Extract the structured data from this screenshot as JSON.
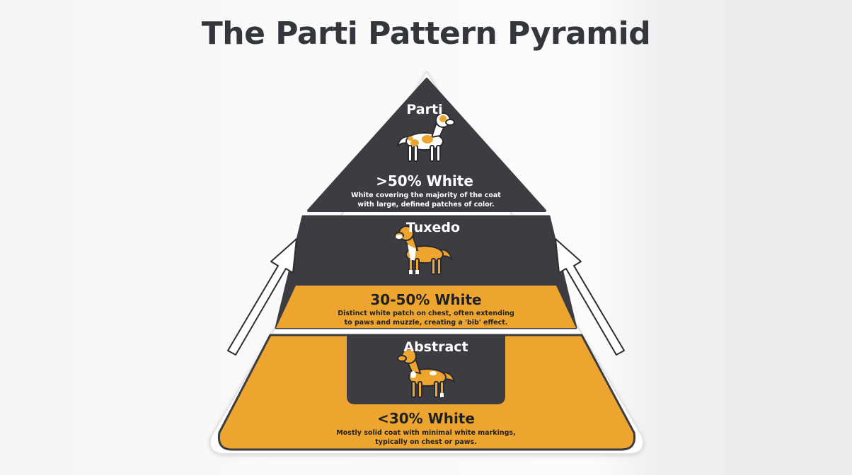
{
  "title": "The Parti Pattern Pyramid",
  "colors": {
    "charcoal": "#3b3d42",
    "amber": "#eda52f",
    "white": "#ffffff",
    "outline": "#e1e1e4"
  },
  "tiers": [
    {
      "name": "Parti",
      "percent": ">50% White",
      "description_line1": "White covering the majority of the coat",
      "description_line2": "with large, defined patches of color.",
      "illustration": "parti-dog-icon"
    },
    {
      "name": "Tuxedo",
      "percent": "30-50% White",
      "description_line1": "Distinct white patch on chest, often extending",
      "description_line2": "to paws and muzzle, creating a 'bib' effect.",
      "illustration": "tuxedo-dog-icon"
    },
    {
      "name": "Abstract",
      "percent": "<30% White",
      "description_line1": "Mostly solid coat with minimal white markings,",
      "description_line2": "typically on chest or paws.",
      "illustration": "abstract-dog-icon"
    }
  ],
  "side_arrows": [
    "up-arrow-icon",
    "up-arrow-icon"
  ]
}
